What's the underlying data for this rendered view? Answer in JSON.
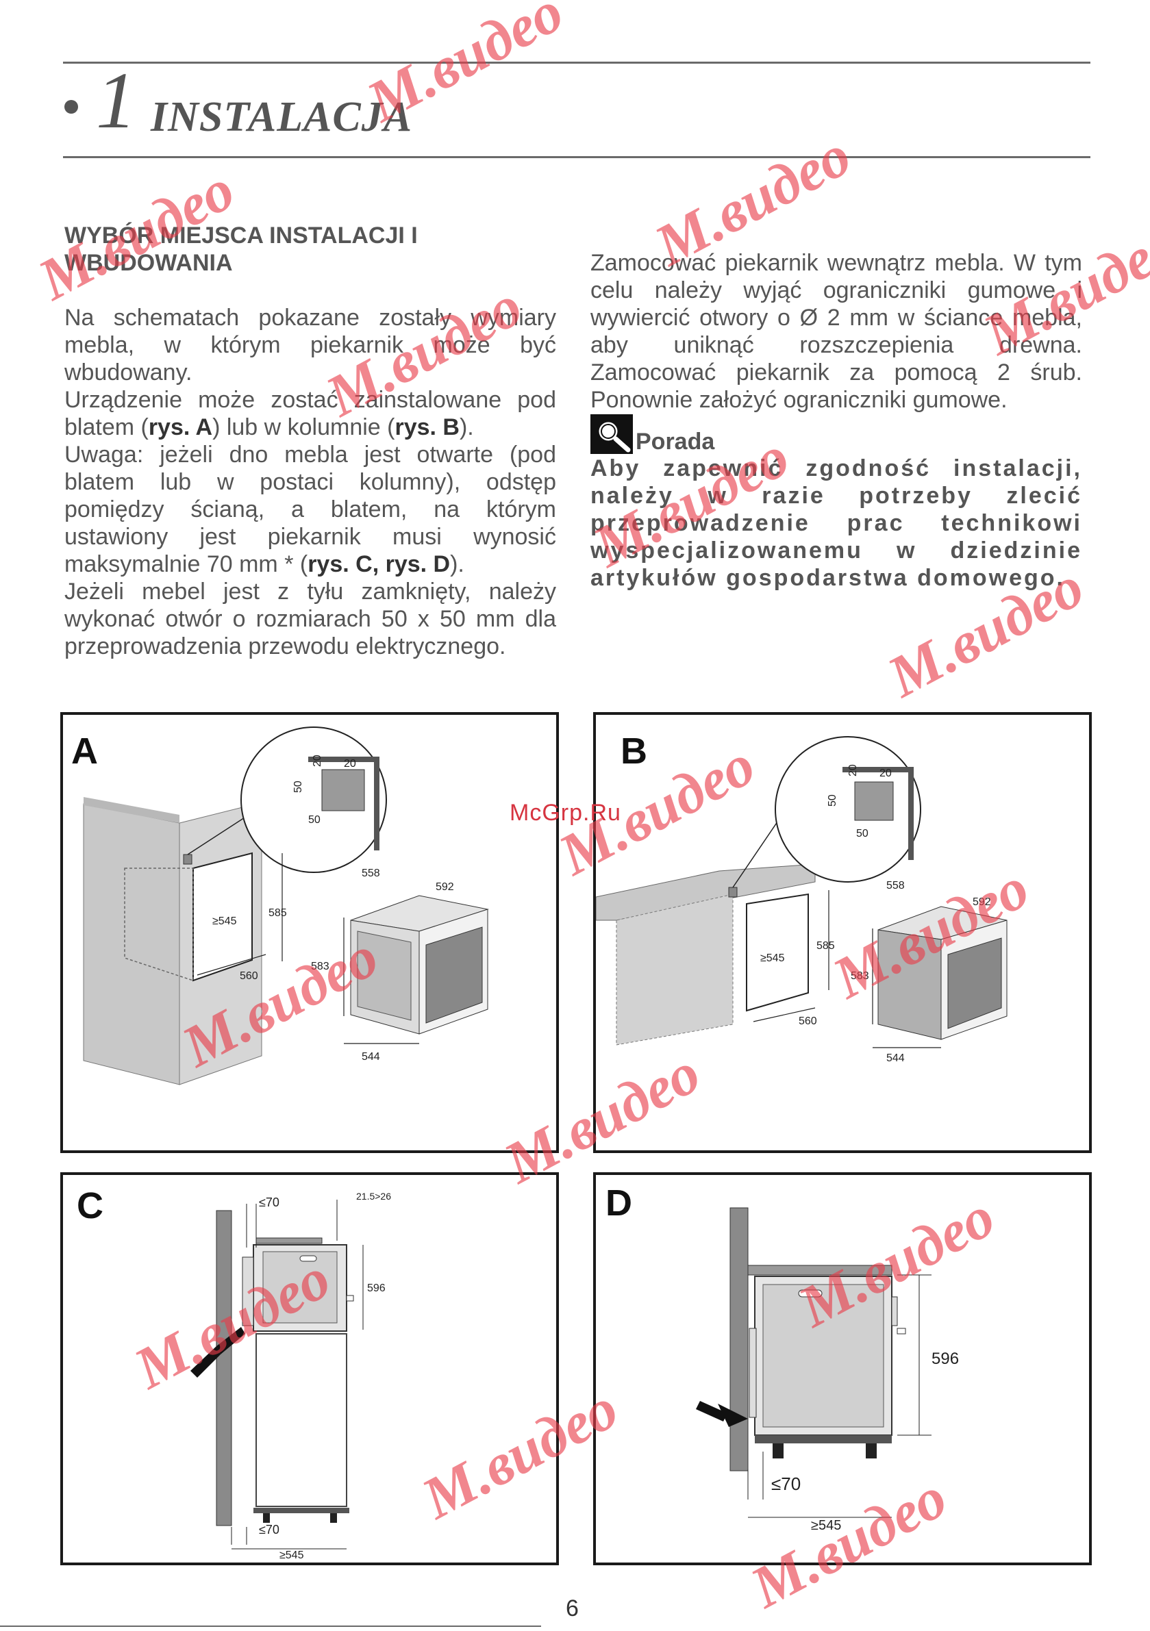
{
  "header": {
    "chapter_number": "1",
    "chapter_title": "INSTALACJA"
  },
  "section": {
    "heading_line1": "WYBÓR MIEJSCA INSTALACJI I",
    "heading_line2": "WBUDOWANIA"
  },
  "left_column": {
    "p1": "Na schematach pokazane zostały wymiary mebla, w którym piekarnik może być wbudowany.",
    "p2_text": "Urządzenie może zostać zainstalowane pod blatem (",
    "p2_ref1": "rys. A",
    "p2_mid": ") lub w kolumnie (",
    "p2_ref2": "rys. B",
    "p2_end": ").",
    "p3_text": "Uwaga: jeżeli dno mebla jest otwarte (pod blatem lub w postaci kolumny), odstęp pomiędzy ścianą, a blatem, na którym ustawiony jest piekarnik musi wynosić maksymalnie 70 mm * (",
    "p3_ref": "rys. C, rys. D",
    "p3_end": ").",
    "p4": "Jeżeli mebel jest z tyłu zamknięty, należy wykonać otwór o rozmiarach 50 x 50 mm dla przeprowadzenia przewodu elektrycznego."
  },
  "right_column": {
    "p1": "Zamocować piekarnik wewnątrz mebla. W tym celu należy wyjąć ograniczniki gumowe i wywiercić otwory o Ø 2 mm w ściance mebla, aby uniknąć rozszczepienia drewna. Zamocować piekarnik za pomocą 2 śrub. Ponownie założyć ograniczniki gumowe.",
    "tip_icon": "magnifier-icon",
    "tip_title": "Porada",
    "tip_body": "Aby zapewnić zgodność instalacji, należy w razie potrzeby zlecić przeprowadzenie prac technikowi wyspecjalizowanemu w dziedzinie artykułów gospodarstwa domowego."
  },
  "figures": {
    "a": {
      "label": "A",
      "hole": [
        "20",
        "20",
        "50",
        "50"
      ],
      "cavity": [
        "585",
        "≥545",
        "560"
      ],
      "oven": [
        "558",
        "592",
        "583",
        "544"
      ]
    },
    "b": {
      "label": "B",
      "hole": [
        "20",
        "20",
        "50",
        "50"
      ],
      "cavity": [
        "585",
        "≥545",
        "560"
      ],
      "oven": [
        "558",
        "592",
        "583",
        "544"
      ]
    },
    "c": {
      "label": "C",
      "top_gap": "≤70",
      "top_right": "21.5>26",
      "height": "596",
      "bottom_gap": "≤70",
      "depth": "≥545"
    },
    "d": {
      "label": "D",
      "height": "596",
      "bottom_gap": "≤70",
      "depth": "≥545"
    }
  },
  "watermarks": {
    "brand": "M.видео",
    "site": "McGrp.Ru"
  },
  "footer": {
    "page_number": "6"
  }
}
